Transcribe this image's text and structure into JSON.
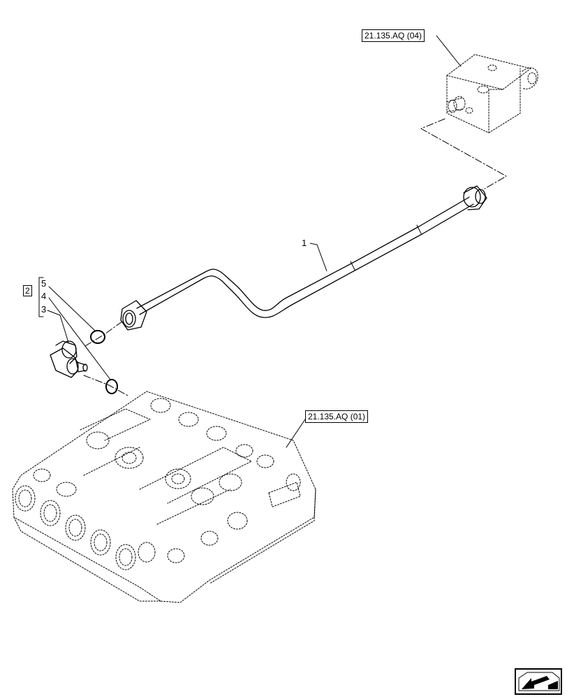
{
  "references": {
    "top": "21.135.AQ (04)",
    "bottom": "21.135.AQ (01)"
  },
  "callouts": {
    "pipe": "1",
    "kit": "2",
    "elbow": "3",
    "oring_lower": "4",
    "oring_upper": "5"
  },
  "nav_icon": "next-page-arrow-icon"
}
